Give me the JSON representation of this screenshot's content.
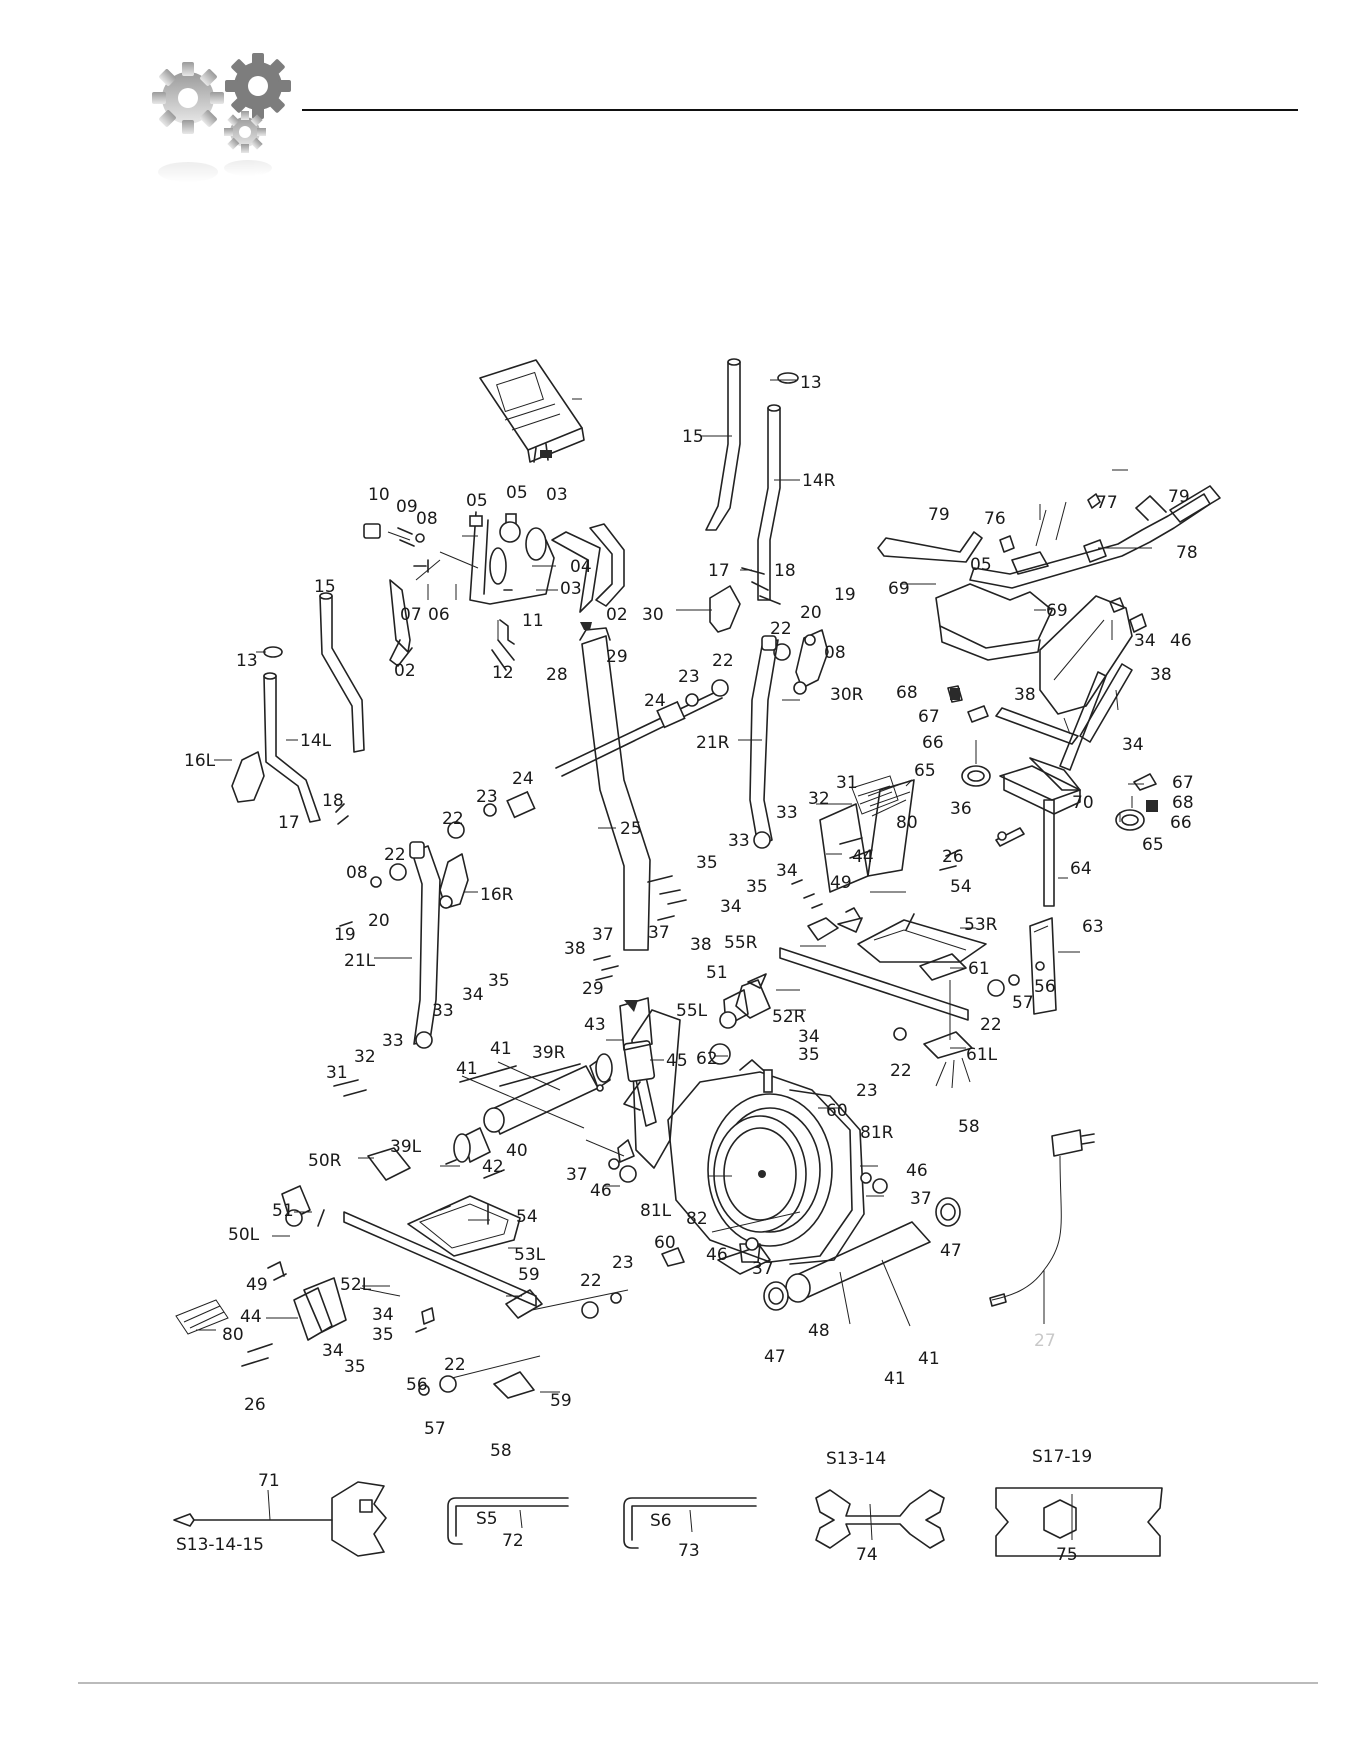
{
  "labels": {
    "l13a": "13",
    "l15a": "15",
    "l14r": "14R",
    "l10": "10",
    "l09": "09",
    "l08a": "08",
    "l05a": "05",
    "l05b": "05",
    "l03a": "03",
    "l04": "04",
    "l03b": "03",
    "l07": "07",
    "l06": "06",
    "l02a": "02",
    "l11": "11",
    "l12": "12",
    "l02b": "02",
    "l30": "30",
    "l17a": "17",
    "l18a": "18",
    "l19a": "19",
    "l20a": "20",
    "l22a": "22",
    "l08b": "08",
    "l29a": "29",
    "l28": "28",
    "l22b": "22",
    "l23a": "23",
    "l24a": "24",
    "l30r": "30R",
    "l21r": "21R",
    "l15b": "15",
    "l13b": "13",
    "l14l": "14L",
    "l16l": "16L",
    "l18b": "18",
    "l17b": "17",
    "l24b": "24",
    "l23b": "23",
    "l22c": "22",
    "l25": "25",
    "l22d": "22",
    "l08c": "08",
    "l20b": "20",
    "l19b": "19",
    "l16r": "16R",
    "l21l": "21L",
    "l35a": "35",
    "l34a": "34",
    "l33a": "33",
    "l32a": "32",
    "l31a": "31",
    "l31b": "31",
    "l32b": "32",
    "l33b": "33",
    "l33c": "33",
    "l35b": "35",
    "l34b": "34",
    "l35c": "35",
    "l34c": "34",
    "l80a": "80",
    "l44a": "44",
    "l49a": "49",
    "l26a": "26",
    "l54a": "54",
    "l53r": "53R",
    "l37a": "37",
    "l38a": "38",
    "l37b": "37",
    "l38b": "38",
    "l29b": "29",
    "l55r": "55R",
    "l51a": "51",
    "l52r": "52R",
    "l55l": "55L",
    "l61": "61",
    "l56a": "56",
    "l57a": "57",
    "l22e": "22",
    "l43": "43",
    "l34d": "34",
    "l35d": "35",
    "l22f": "22",
    "l61l": "61L",
    "l41a": "41",
    "l41b": "41",
    "l39r": "39R",
    "l45": "45",
    "l62": "62",
    "l23c": "23",
    "l60a": "60",
    "l81r": "81R",
    "l58a": "58",
    "l50r": "50R",
    "l39l": "39L",
    "l40": "40",
    "l42": "42",
    "l37c": "37",
    "l46a": "46",
    "l46b": "46",
    "l37d": "37",
    "l81l": "81L",
    "l82": "82",
    "l47a": "47",
    "l51b": "51",
    "l54b": "54",
    "l50l": "50L",
    "l53l": "53L",
    "l46c": "46",
    "l60b": "60",
    "l37e": "37",
    "l23d": "23",
    "l22g": "22",
    "l59a": "59",
    "l49b": "49",
    "l52l": "52L",
    "l44b": "44",
    "l34e": "34",
    "l35e": "35",
    "l34f": "34",
    "l35f": "35",
    "l80b": "80",
    "l48": "48",
    "l47b": "47",
    "l41c": "41",
    "l41d": "41",
    "l26b": "26",
    "l56b": "56",
    "l57b": "57",
    "l22h": "22",
    "l59b": "59",
    "l58b": "58",
    "l79a": "79",
    "l76": "76",
    "l77": "77",
    "l79b": "79",
    "l78": "78",
    "l05c": "05",
    "l69a": "69",
    "l69b": "69",
    "l34g": "34",
    "l46d": "46",
    "l38c": "38",
    "l68a": "68",
    "l38d": "38",
    "l67a": "67",
    "l34h": "34",
    "l66a": "66",
    "l65a": "65",
    "l70": "70",
    "l67b": "67",
    "l68b": "68",
    "l36": "36",
    "l66b": "66",
    "l65b": "65",
    "l64": "64",
    "l63": "63",
    "l27": "27",
    "l71": "71",
    "l72": "72",
    "l73": "73",
    "l74": "74",
    "l75": "75"
  },
  "tools": {
    "t71_size": "S13-14-15",
    "t72_size": "S5",
    "t73_size": "S6",
    "t74_size": "S13-14",
    "t75_size": "S17-19"
  },
  "colors": {
    "ink": "#222222",
    "gear_light": "#d0d0d0",
    "gear_dark": "#8a8a8a",
    "rule": "#111111",
    "faded_label": "#c8c8c8"
  }
}
